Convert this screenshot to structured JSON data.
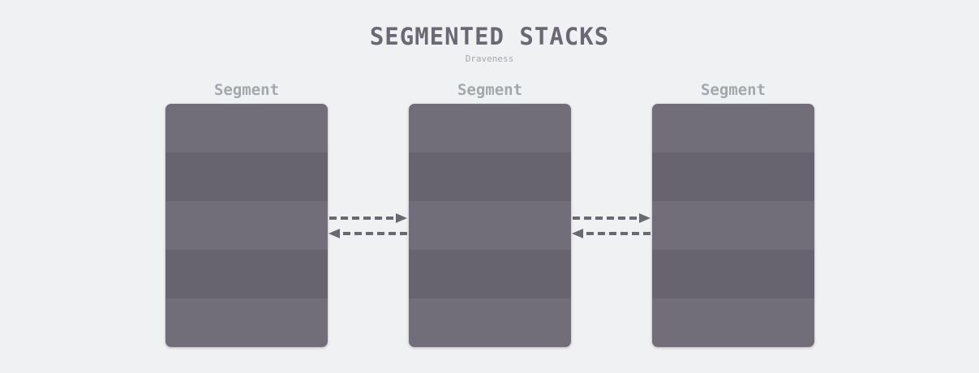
{
  "title": "SEGMENTED STACKS",
  "subtitle": "Draveness",
  "segments": [
    {
      "label": "Segment"
    },
    {
      "label": "Segment"
    },
    {
      "label": "Segment"
    }
  ],
  "frames_per_segment": 5,
  "colors": {
    "background": "#f0f1f3",
    "frame_light": "#716e7a",
    "frame_dark": "#67646f",
    "arrow": "#6b6874",
    "label": "#a3a8ae"
  }
}
